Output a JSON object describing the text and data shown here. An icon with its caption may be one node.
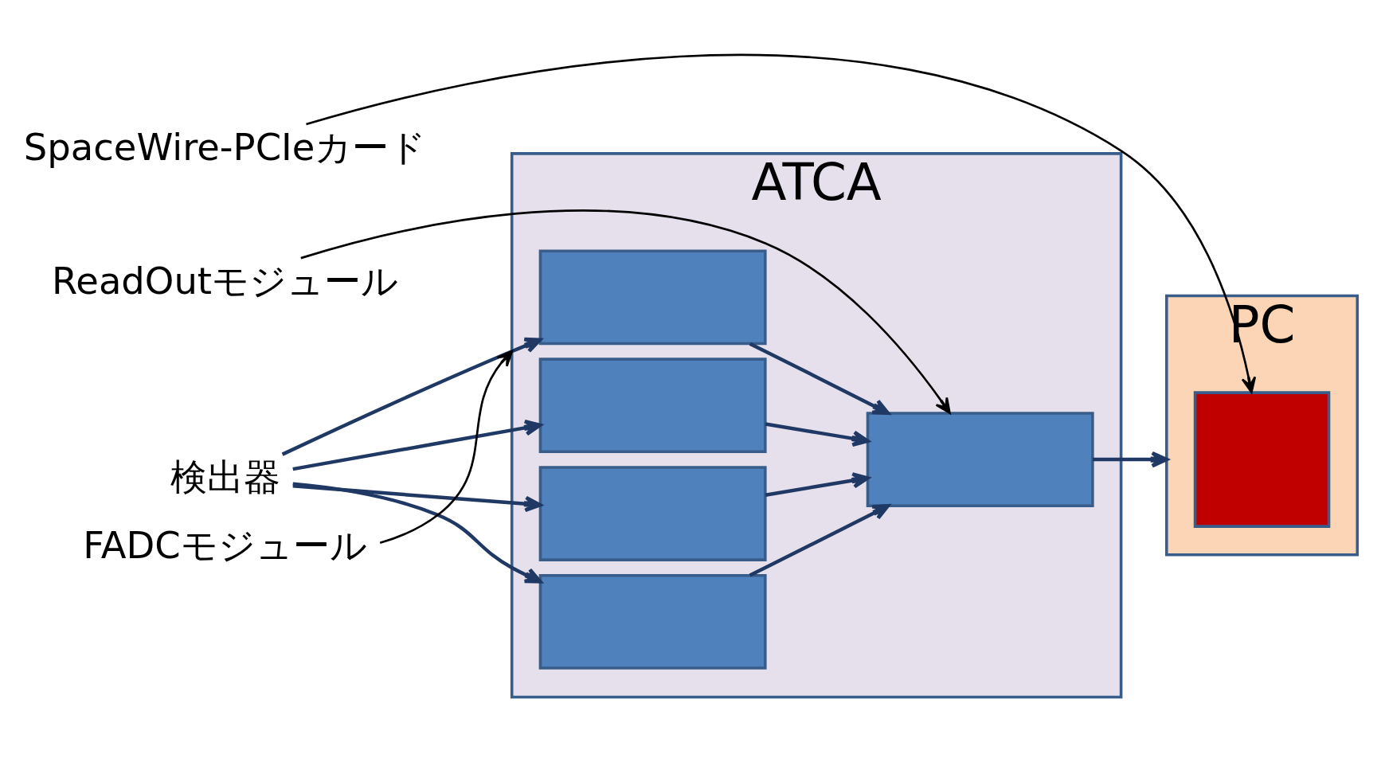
{
  "diagram": {
    "nodes": [
      {
        "text": [
          "ATCA"
        ]
      },
      {
        "text": [],
        "shape": "box",
        "in": 0
      },
      {
        "text": [],
        "shape": "box",
        "in": 0
      },
      {
        "text": [],
        "shape": "box",
        "in": 0
      },
      {
        "text": [],
        "shape": "box",
        "in": 0
      },
      {
        "text": [],
        "shape": "box",
        "in": 0
      },
      {
        "text": [
          "PC"
        ]
      },
      {
        "text": [],
        "shape": "box",
        "in": 6
      },
      {
        "text": [
          "検出器"
        ]
      },
      {
        "text": [
          "ReadOutモジュール"
        ]
      },
      {
        "text": [
          "FADCモジュール"
        ]
      },
      {
        "text": [
          "SpaceWire-PCIeカード"
        ]
      }
    ],
    "edges": [
      {
        "from": 8,
        "to": 1,
        "arrow": "to"
      },
      {
        "from": 8,
        "to": 2,
        "arrow": "to"
      },
      {
        "from": 8,
        "to": 3,
        "arrow": "to"
      },
      {
        "from": 8,
        "to": 4,
        "arrow": "to"
      },
      {
        "from": 1,
        "to": 5,
        "arrow": "to"
      },
      {
        "from": 2,
        "to": 5,
        "arrow": "to"
      },
      {
        "from": 3,
        "to": 5,
        "arrow": "to"
      },
      {
        "from": 4,
        "to": 5,
        "arrow": "to"
      },
      {
        "from": 5,
        "to": 6,
        "arrow": "to"
      },
      {
        "from": 9,
        "to": 5,
        "arrow": "to",
        "color": "#000000"
      },
      {
        "from": 10,
        "to": 0,
        "arrow": "to",
        "color": "#000000"
      },
      {
        "from": 11,
        "to": 7,
        "arrow": "to",
        "color": "#000000"
      }
    ]
  }
}
